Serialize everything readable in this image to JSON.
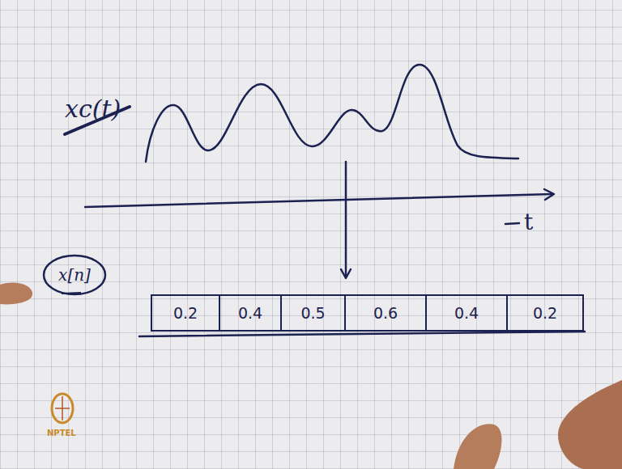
{
  "diagram": {
    "nodes": [
      {
        "text": [
          "x[n]"
        ]
      },
      {
        "text": [
          "0.2"
        ]
      },
      {
        "text": [
          "0.4"
        ]
      },
      {
        "text": [
          "0.5"
        ]
      },
      {
        "text": [
          "0.6"
        ]
      },
      {
        "text": [
          "0.4"
        ]
      },
      {
        "text": [
          "0.2"
        ]
      }
    ],
    "labels": [
      "xc(t)",
      "t",
      "NPTEL"
    ]
  }
}
